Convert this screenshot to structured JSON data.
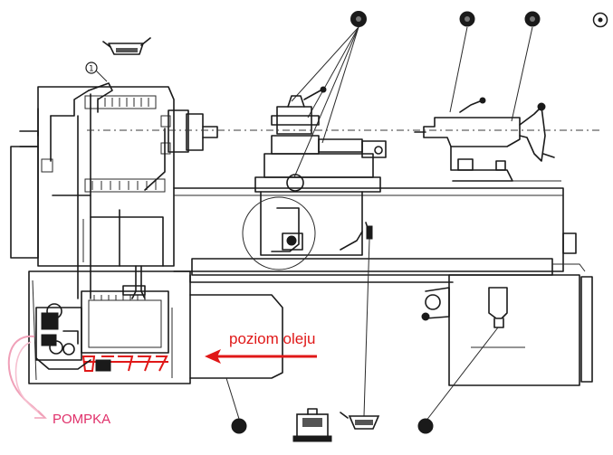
{
  "diagram": {
    "annotations": {
      "oil_level_label": "poziom  oleju",
      "pump_label": "POMPKA"
    },
    "callout_number": "1",
    "colors": {
      "ink": "#1a1a1a",
      "arrow_red": "#e01818",
      "pump_pink": "#e0306a",
      "background": "#ffffff"
    },
    "icons": {
      "top_markers": [
        "lubrication-point-icon",
        "lubrication-point-icon",
        "lubrication-point-icon",
        "lubrication-point-icon"
      ],
      "bottom_markers": [
        "drain-point-icon",
        "oil-can-icon",
        "oil-can-icon",
        "drain-point-icon"
      ],
      "top_left": "oil-can-icon"
    }
  }
}
